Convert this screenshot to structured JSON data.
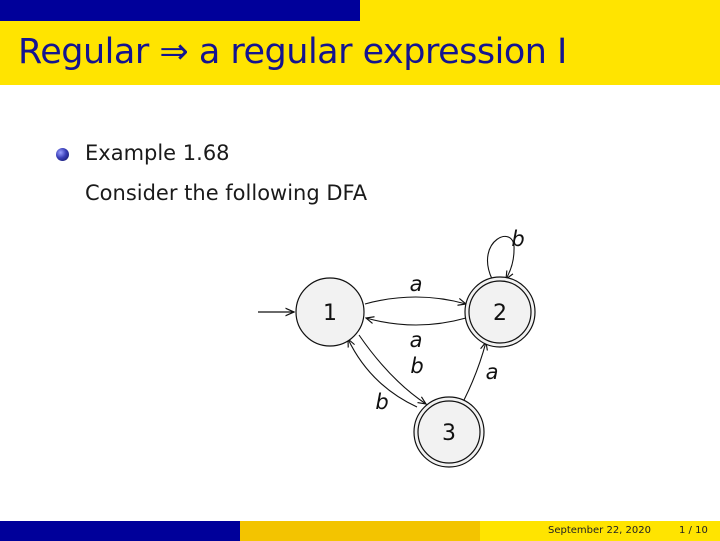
{
  "slide": {
    "title": "Regular ⇒ a regular expression I",
    "bullet": {
      "line1": "Example 1.68",
      "line2": "Consider the following DFA"
    }
  },
  "diagram": {
    "states": [
      {
        "id": "1",
        "label": "1",
        "start": true,
        "accept": false
      },
      {
        "id": "2",
        "label": "2",
        "start": false,
        "accept": true
      },
      {
        "id": "3",
        "label": "3",
        "start": false,
        "accept": true
      }
    ],
    "transitions": [
      {
        "from": "1",
        "to": "2",
        "symbol": "a"
      },
      {
        "from": "2",
        "to": "1",
        "symbol": "a"
      },
      {
        "from": "1",
        "to": "3",
        "symbol": "b"
      },
      {
        "from": "3",
        "to": "1",
        "symbol": "b"
      },
      {
        "from": "3",
        "to": "2",
        "symbol": "a"
      },
      {
        "from": "2",
        "to": "2",
        "symbol": "b"
      }
    ]
  },
  "footer": {
    "date": "September 22, 2020",
    "page": "1 / 10"
  },
  "colors": {
    "bar_blue": "#00009a",
    "bar_yellow": "#ffe400",
    "title_text": "#141490"
  }
}
